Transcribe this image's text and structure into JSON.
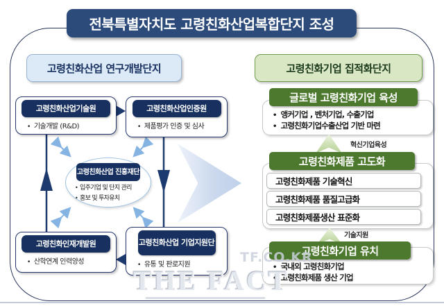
{
  "title": "전북특별자치도 고령친화산업복합단지 조성",
  "left_panel": {
    "header": "고령친화산업 연구개발단지",
    "boxes": {
      "top_left": {
        "title": "고령친화산업기술원",
        "bullet": "기술개발 (R&D)"
      },
      "top_right": {
        "title": "고령친화산업인증원",
        "bullet": "제품평가 인증 및 심사"
      },
      "bottom_left": {
        "title": "고령친화인재개발원",
        "bullet": "산학연계 인력양성"
      },
      "bottom_right": {
        "title": "고령친화산업 기업지원단",
        "bullet": "유통 및 판로지원"
      }
    },
    "center": {
      "title": "고령친화산업 진흥재단",
      "bullets": [
        "입주기업 및 단지 관리",
        "홍보 및 투자유치"
      ]
    }
  },
  "right_panel": {
    "header": "고령친화기업 집적화단지",
    "groups": [
      {
        "title": "글로벌 고령친화기업 육성",
        "bullets": [
          "앵커기업 , 벤처기업, 수출기업",
          "고령친화기업수출산업 기반 마련"
        ]
      },
      {
        "title": "고령친화제품 고도화",
        "items": [
          "고령친화제품 기술혁신",
          "고령친화제품 품질고급화",
          "고령친화제품생산 표준화"
        ]
      },
      {
        "title": "고령친화기업 유치",
        "bullets": [
          "국내외 고령친화기업",
          "고령친화제품 생산 기업"
        ]
      }
    ],
    "arrow_labels": {
      "top": "혁신기업육성",
      "bottom": "기술지원"
    }
  },
  "watermark": {
    "url": "TF.CO.KR",
    "brand": "THE FACT"
  },
  "colors": {
    "title_bg": "#2d4b7a",
    "navy_pill": "#17305f",
    "blue_header_bg": "#dce9f6",
    "green_header_bg": "#d9e7c5",
    "green_pill_bg": "#4d792e",
    "arrow_navy": "#1c3a6e",
    "arrow_light_blue": "#86b4e2",
    "arrow_light_green": "#b7d299",
    "big_arrow_blue": "#bfd0ea"
  }
}
